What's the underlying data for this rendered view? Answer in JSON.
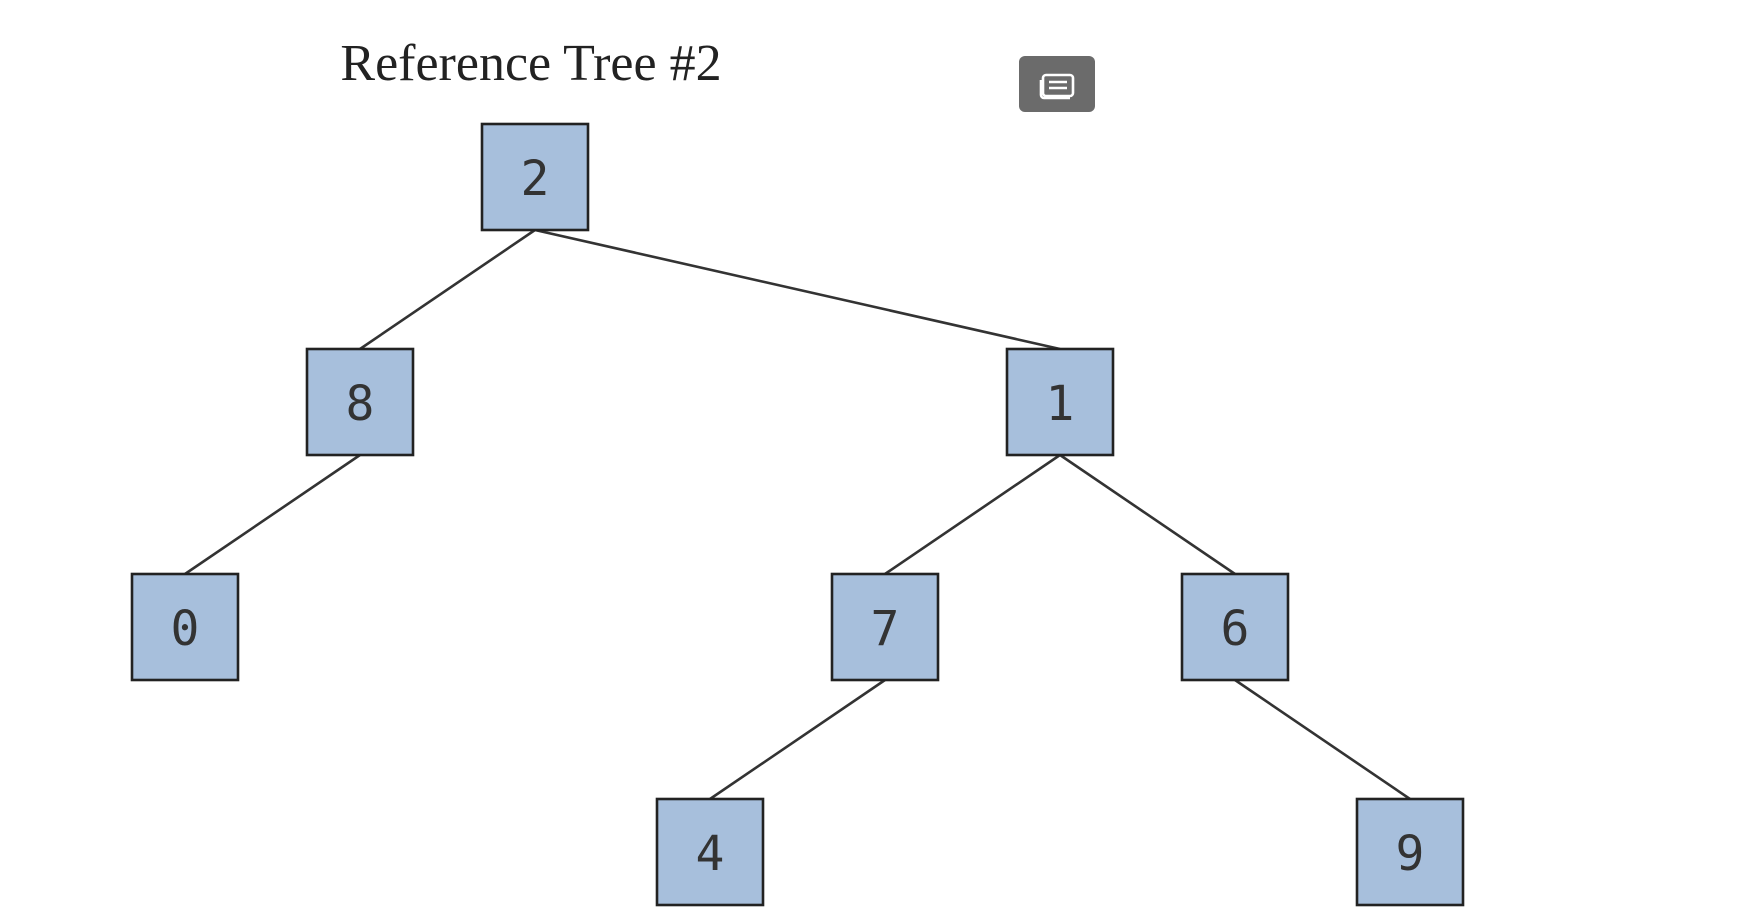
{
  "title": "Reference Tree #2",
  "caption_button": {
    "icon": "captions-icon"
  },
  "colors": {
    "node_fill": "#a7bfdc",
    "node_border": "#222222",
    "edge": "#333333",
    "button_bg": "#6b6b6b"
  },
  "tree": {
    "root": "2",
    "nodes": [
      {
        "id": "2",
        "label": "2",
        "children": [
          "8",
          "1"
        ]
      },
      {
        "id": "8",
        "label": "8",
        "children": [
          "0"
        ]
      },
      {
        "id": "1",
        "label": "1",
        "children": [
          "7",
          "6"
        ]
      },
      {
        "id": "0",
        "label": "0",
        "children": []
      },
      {
        "id": "7",
        "label": "7",
        "children": [
          "4"
        ]
      },
      {
        "id": "6",
        "label": "6",
        "children": [
          "9"
        ]
      },
      {
        "id": "4",
        "label": "4",
        "children": []
      },
      {
        "id": "9",
        "label": "9",
        "children": []
      }
    ]
  }
}
